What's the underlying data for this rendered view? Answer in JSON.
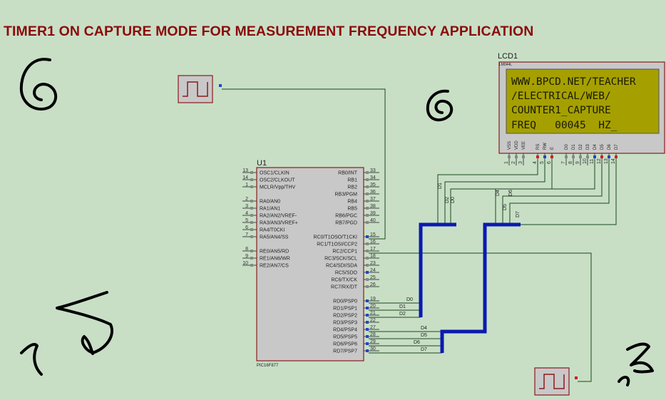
{
  "title": "TIMER1 ON CAPTURE MODE   FOR  MEASUREMENT  FREQUENCY APPLICATION",
  "mcu": {
    "ref": "U1",
    "part": "PIC16F877",
    "left_pins": [
      {
        "num": "13",
        "name": "OSC1/CLKIN"
      },
      {
        "num": "14",
        "name": "OSC2/CLKOUT"
      },
      {
        "num": "1",
        "name": "MCLR/Vpp/THV"
      },
      {
        "num": "2",
        "name": "RA0/AN0"
      },
      {
        "num": "3",
        "name": "RA1/AN1"
      },
      {
        "num": "4",
        "name": "RA2/AN2/VREF-"
      },
      {
        "num": "5",
        "name": "RA3/AN3/VREF+"
      },
      {
        "num": "6",
        "name": "RA4/T0CKI"
      },
      {
        "num": "7",
        "name": "RA5/AN4/SS"
      },
      {
        "num": "8",
        "name": "RE0/AN5/RD"
      },
      {
        "num": "9",
        "name": "RE1/AN6/WR"
      },
      {
        "num": "10",
        "name": "RE2/AN7/CS"
      }
    ],
    "right_pins": [
      {
        "num": "33",
        "name": "RB0/INT"
      },
      {
        "num": "34",
        "name": "RB1"
      },
      {
        "num": "35",
        "name": "RB2"
      },
      {
        "num": "36",
        "name": "RB3/PGM"
      },
      {
        "num": "37",
        "name": "RB4"
      },
      {
        "num": "38",
        "name": "RB5"
      },
      {
        "num": "39",
        "name": "RB6/PGC"
      },
      {
        "num": "40",
        "name": "RB7/PGD"
      },
      {
        "num": "15",
        "name": "RC0/T1OSO/T1CKI"
      },
      {
        "num": "16",
        "name": "RC1/T1OSI/CCP2"
      },
      {
        "num": "17",
        "name": "RC2/CCP1"
      },
      {
        "num": "18",
        "name": "RC3/SCK/SCL"
      },
      {
        "num": "23",
        "name": "RC4/SDI/SDA"
      },
      {
        "num": "24",
        "name": "RC5/SDO"
      },
      {
        "num": "25",
        "name": "RC6/TX/CK"
      },
      {
        "num": "26",
        "name": "RC7/RX/DT"
      },
      {
        "num": "19",
        "name": "RD0/PSP0"
      },
      {
        "num": "20",
        "name": "RD1/PSP1"
      },
      {
        "num": "21",
        "name": "RD2/PSP2"
      },
      {
        "num": "22",
        "name": "RD3/PSP3"
      },
      {
        "num": "27",
        "name": "RD4/PSP4"
      },
      {
        "num": "28",
        "name": "RD5/PSP5"
      },
      {
        "num": "29",
        "name": "RD6/PSP6"
      },
      {
        "num": "30",
        "name": "RD7/PSP7"
      }
    ]
  },
  "lcd": {
    "ref": "LCD1",
    "part": "LM044L",
    "lines": [
      "WWW.BPCD.NET/TEACHER",
      "/ELECTRICAL/WEB/",
      "COUNTER1_CAPTURE",
      "FREQ   00045  HZ_"
    ],
    "pins": [
      {
        "num": "1",
        "name": "VSS"
      },
      {
        "num": "2",
        "name": "VDD"
      },
      {
        "num": "3",
        "name": "VEE"
      },
      {
        "num": "4",
        "name": "RS"
      },
      {
        "num": "5",
        "name": "RW"
      },
      {
        "num": "6",
        "name": "E"
      },
      {
        "num": "7",
        "name": "D0"
      },
      {
        "num": "8",
        "name": "D1"
      },
      {
        "num": "9",
        "name": "D2"
      },
      {
        "num": "10",
        "name": "D3"
      },
      {
        "num": "11",
        "name": "D4"
      },
      {
        "num": "12",
        "name": "D5"
      },
      {
        "num": "13",
        "name": "D6"
      },
      {
        "num": "14",
        "name": "D7"
      }
    ]
  },
  "net_labels": {
    "rd": [
      "D0",
      "D1",
      "D2",
      "D4",
      "D5",
      "D6",
      "D7"
    ],
    "lcd": [
      "D1",
      "D2",
      "D0",
      "D4",
      "D6",
      "D5",
      "D7"
    ]
  },
  "colors": {
    "background": "#c8dfc6",
    "title": "#8b0a0a",
    "bus": "#0a1ab0",
    "wire": "#1a4a1a",
    "chip_fill": "#c8c8c8",
    "chip_border": "#8b1a1a",
    "lcd_screen": "#a5a000"
  },
  "icons": {
    "generator_top": "square-wave-generator-icon",
    "generator_bottom": "square-wave-generator-icon"
  }
}
